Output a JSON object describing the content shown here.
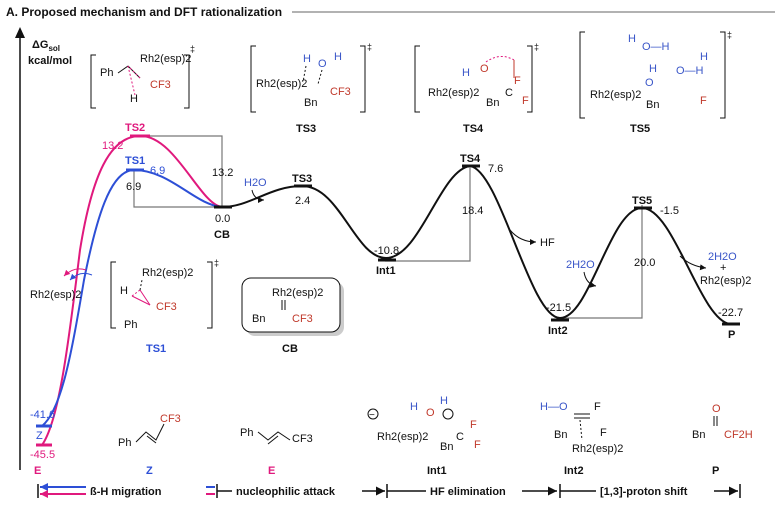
{
  "section_title": "A. Proposed mechanism and DFT rationalization",
  "y_axis": {
    "label": "ΔG",
    "subscript": "sol",
    "unit": "kcal/mol"
  },
  "species": {
    "TS2": {
      "name": "TS2",
      "energy": "13.2"
    },
    "TS1": {
      "name": "TS1",
      "energy": "6.9"
    },
    "CB": {
      "name": "CB",
      "energy": "0.0"
    },
    "TS3": {
      "name": "TS3",
      "energy": "2.4"
    },
    "TS4": {
      "name": "TS4",
      "energy": "7.6"
    },
    "Int1": {
      "name": "Int1",
      "energy": "-10.8"
    },
    "Int2": {
      "name": "Int2",
      "energy": "-21.5"
    },
    "TS5": {
      "name": "TS5",
      "energy": "-1.5"
    },
    "P": {
      "name": "P",
      "energy": "-22.7"
    },
    "Z": {
      "name": "Z",
      "energy": "-41.6"
    },
    "E": {
      "name": "E",
      "energy": "-45.5"
    }
  },
  "barriers": {
    "ts2_from_cb": "13.2",
    "ts1_from_cb": "6.9",
    "ts4_from_int1": "18.4",
    "ts5_from_int2": "20.0"
  },
  "annotations": {
    "h2o_in_1": "H2O",
    "hf_out": "HF",
    "h2o_in_2": "2H2O",
    "h2o_out": "2H2O",
    "plus": "+",
    "rh_out": "Rh2(esp)2",
    "rh_left": "Rh2(esp)2"
  },
  "ts_structures": {
    "TS2": {
      "name": "TS2",
      "ph": "Ph",
      "rh": "Rh2(esp)2",
      "cf3": "CF3",
      "h": "H",
      "dagger": "‡"
    },
    "TS3": {
      "name": "TS3",
      "h1": "H",
      "o": "O",
      "h2": "H",
      "rh": "Rh2(esp)2",
      "bn": "Bn",
      "cf3": "CF3",
      "dagger": "‡"
    },
    "TS4": {
      "name": "TS4",
      "h": "H",
      "o": "O",
      "f1": "F",
      "f2": "F",
      "rh": "Rh2(esp)2",
      "bn": "Bn",
      "c": "C",
      "dagger": "‡"
    },
    "TS5": {
      "name": "TS5",
      "oh_top": "O—H",
      "h_top_left": "H",
      "h_top_right": "H",
      "o_right": "O—H",
      "o_left": "O",
      "h_left": "H",
      "rh": "Rh2(esp)2",
      "bn": "Bn",
      "f": "F",
      "dagger": "‡"
    },
    "TS1": {
      "name": "TS1",
      "rh": "Rh2(esp)2",
      "h": "H",
      "cf3": "CF3",
      "ph": "Ph",
      "dagger": "‡"
    },
    "CB": {
      "name": "CB",
      "rh": "Rh2(esp)2",
      "bn": "Bn",
      "cf3": "CF3"
    }
  },
  "bottom_structures": {
    "E_left": {
      "name": "E"
    },
    "Z": {
      "name": "Z",
      "ph": "Ph",
      "cf3": "CF3"
    },
    "E": {
      "name": "E",
      "ph": "Ph",
      "cf3": "CF3"
    },
    "Int1": {
      "name": "Int1",
      "minus": "−",
      "h": "H",
      "o": "O",
      "oh": "H",
      "rh": "Rh2(esp)2",
      "bn": "Bn",
      "f1": "F",
      "f2": "F",
      "c": "C"
    },
    "Int2": {
      "name": "Int2",
      "ho": "H—O",
      "f1": "F",
      "f2": "F",
      "bn": "Bn",
      "rh": "Rh2(esp)2"
    },
    "P": {
      "name": "P",
      "o": "O",
      "bn": "Bn",
      "cf2h": "CF2H"
    }
  },
  "stage_bar": {
    "labels": [
      "ß-H migration",
      "nucleophilic attack",
      "HF elimination",
      "[1,3]-proton shift"
    ]
  },
  "colors": {
    "blue": "#2d4fd6",
    "pink": "#e0197d",
    "black": "#111111",
    "gray": "#777777",
    "red": "#c0392b"
  }
}
